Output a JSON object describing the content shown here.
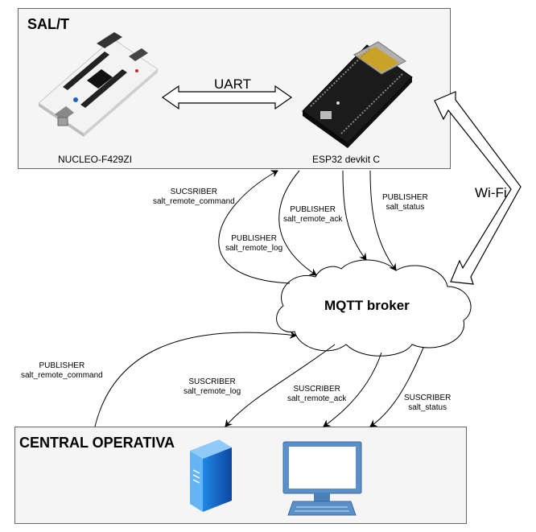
{
  "salt": {
    "title": "SAL/T",
    "uart_label": "UART",
    "nucleo_label": "NUCLEO-F429ZI",
    "esp32_label": "ESP32 devkit C"
  },
  "wifi_label": "Wi-Fi",
  "broker_label": "MQTT broker",
  "central": {
    "title": "CENTRAL OPERATIVA"
  },
  "links": {
    "sub_command": {
      "role": "SUCSRIBER",
      "topic": "salt_remote_command"
    },
    "pub_log": {
      "role": "PUBLISHER",
      "topic": "salt_remote_log"
    },
    "pub_ack": {
      "role": "PUBLISHER",
      "topic": "salt_remote_ack"
    },
    "pub_status": {
      "role": "PUBLISHER",
      "topic": "salt_status"
    },
    "central_pub_command": {
      "role": "PUBLISHER",
      "topic": "salt_remote_command"
    },
    "central_sub_log": {
      "role": "SUSCRIBER",
      "topic": "salt_remote_log"
    },
    "central_sub_ack": {
      "role": "SUSCRIBER",
      "topic": "salt_remote_ack"
    },
    "central_sub_status": {
      "role": "SUSCRIBER",
      "topic": "salt_status"
    }
  },
  "icons": {
    "nucleo": "nucleo-board-icon",
    "esp32": "esp32-board-icon",
    "server": "server-icon",
    "computer": "computer-icon"
  }
}
